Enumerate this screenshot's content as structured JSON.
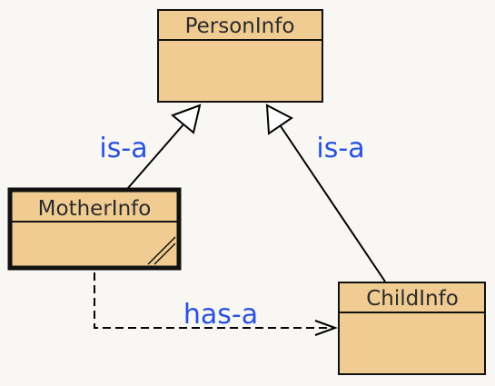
{
  "colors": {
    "background": "#f8f7f3",
    "box_fill": "#f0cc93",
    "box_stroke": "#111111",
    "label": "#2a52e0",
    "line": "#000000"
  },
  "classes": {
    "person": {
      "name": "PersonInfo"
    },
    "mother": {
      "name": "MotherInfo",
      "selected": true
    },
    "child": {
      "name": "ChildInfo"
    }
  },
  "relations": {
    "mother_is_a": {
      "label": "is-a",
      "kind": "generalization",
      "from": "MotherInfo",
      "to": "PersonInfo"
    },
    "child_is_a": {
      "label": "is-a",
      "kind": "generalization",
      "from": "ChildInfo",
      "to": "PersonInfo"
    },
    "mother_has_child": {
      "label": "has-a",
      "kind": "dependency",
      "from": "MotherInfo",
      "to": "ChildInfo"
    }
  }
}
